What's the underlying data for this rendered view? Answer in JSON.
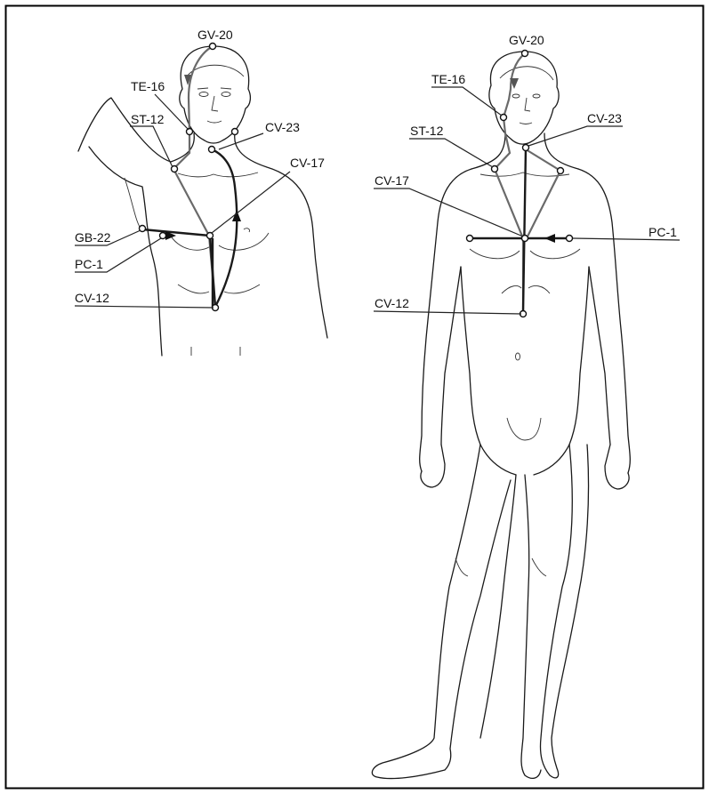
{
  "left_figure": {
    "labels": {
      "gv20": "GV-20",
      "te16": "TE-16",
      "st12": "ST-12",
      "cv23": "CV-23",
      "cv17": "CV-17",
      "gb22": "GB-22",
      "pc1": "PC-1",
      "cv12": "CV-12"
    }
  },
  "right_figure": {
    "labels": {
      "gv20": "GV-20",
      "te16": "TE-16",
      "st12": "ST-12",
      "cv23": "CV-23",
      "cv17": "CV-17",
      "pc1": "PC-1",
      "cv12": "CV-12"
    }
  },
  "colors": {
    "ink": "#1a1a1a",
    "meridian_gray": "#6a6a6a",
    "background": "#ffffff",
    "frame": "#000000"
  }
}
